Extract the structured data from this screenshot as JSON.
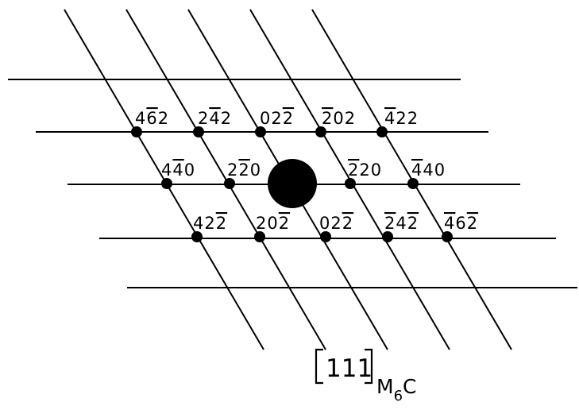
{
  "diagram": {
    "reflections": [
      {
        "id": "r-4-m6-2",
        "digits": [
          {
            "t": "4"
          },
          {
            "t": "6",
            "bar": true
          },
          {
            "t": "2"
          }
        ]
      },
      {
        "id": "r-2-m4-2",
        "digits": [
          {
            "t": "2"
          },
          {
            "t": "4",
            "bar": true
          },
          {
            "t": "2"
          }
        ]
      },
      {
        "id": "r-0-2-m2-top",
        "digits": [
          {
            "t": "0"
          },
          {
            "t": "2"
          },
          {
            "t": "2",
            "bar": true
          }
        ]
      },
      {
        "id": "r-m2-0-2-top",
        "digits": [
          {
            "t": "2",
            "bar": true
          },
          {
            "t": "0"
          },
          {
            "t": "2"
          }
        ]
      },
      {
        "id": "r-m4-2-2",
        "digits": [
          {
            "t": "4",
            "bar": true
          },
          {
            "t": "2"
          },
          {
            "t": "2"
          }
        ]
      },
      {
        "id": "r-4-m4-0",
        "digits": [
          {
            "t": "4"
          },
          {
            "t": "4",
            "bar": true
          },
          {
            "t": "0"
          }
        ]
      },
      {
        "id": "r-2-m2-0",
        "digits": [
          {
            "t": "2"
          },
          {
            "t": "2",
            "bar": true
          },
          {
            "t": "0"
          }
        ]
      },
      {
        "id": "r-m2-2-0",
        "digits": [
          {
            "t": "2",
            "bar": true
          },
          {
            "t": "2"
          },
          {
            "t": "0"
          }
        ]
      },
      {
        "id": "r-m4-4-0",
        "digits": [
          {
            "t": "4",
            "bar": true
          },
          {
            "t": "4"
          },
          {
            "t": "0"
          }
        ]
      },
      {
        "id": "r-4-2-m2",
        "digits": [
          {
            "t": "4"
          },
          {
            "t": "2"
          },
          {
            "t": "2",
            "bar": true
          }
        ]
      },
      {
        "id": "r-2-0-m2",
        "digits": [
          {
            "t": "2"
          },
          {
            "t": "0"
          },
          {
            "t": "2",
            "bar": true
          }
        ]
      },
      {
        "id": "r-0-2-m2-bottom",
        "digits": [
          {
            "t": "0"
          },
          {
            "t": "2"
          },
          {
            "t": "2",
            "bar": true
          }
        ]
      },
      {
        "id": "r-m2-4-m2",
        "digits": [
          {
            "t": "2",
            "bar": true
          },
          {
            "t": "4"
          },
          {
            "t": "2",
            "bar": true
          }
        ]
      },
      {
        "id": "r-m4-6-m2",
        "digits": [
          {
            "t": "4",
            "bar": true
          },
          {
            "t": "6"
          },
          {
            "t": "2",
            "bar": true
          }
        ]
      }
    ],
    "zone_axis": {
      "index": "111",
      "phase_main": "M",
      "phase_sub": "6",
      "phase_tail": "C"
    }
  }
}
